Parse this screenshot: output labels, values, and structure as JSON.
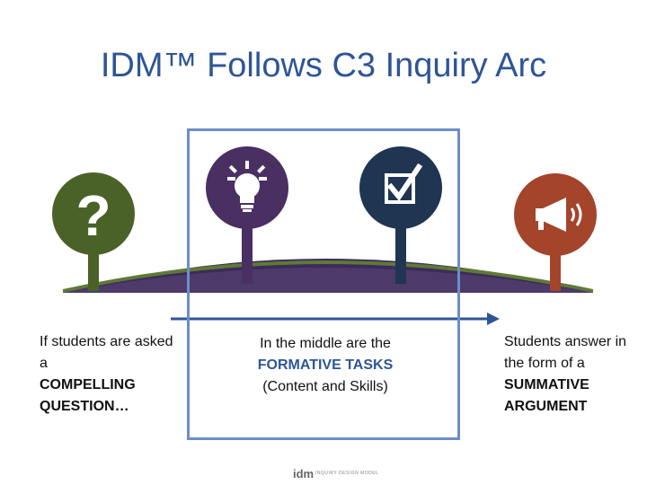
{
  "title": "IDM™ Follows C3 Inquiry Arc",
  "icons": [
    "question-mark-icon",
    "lightbulb-icon",
    "checkbox-icon",
    "megaphone-icon"
  ],
  "colors": {
    "title": "#2e5597",
    "question": "#4a6228",
    "lightbulb": "#4a2f63",
    "checkbox": "#1f3552",
    "megaphone": "#a3442b",
    "frame": "#6b8fc7",
    "arrow": "#2e5597"
  },
  "steps": {
    "left": {
      "line1": "If students are asked a",
      "emph": "COMPELLING QUESTION…"
    },
    "middle": {
      "line1": "In the middle are the",
      "emph": "FORMATIVE TASKS",
      "line3": "(Content and Skills)"
    },
    "right": {
      "line1": "Students answer in the form of a",
      "emph": "SUMMATIVE ARGUMENT"
    }
  },
  "logo": {
    "mark": "idm",
    "tagline": "INQUIRY DESIGN MODEL"
  }
}
